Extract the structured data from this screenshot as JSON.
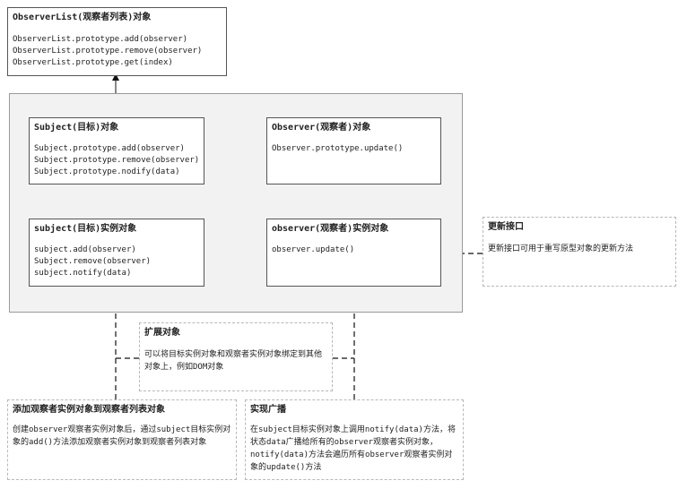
{
  "observer_list": {
    "title": "ObserverList(观察者列表)对象",
    "methods": [
      "ObserverList.prototype.add(observer)",
      "ObserverList.prototype.remove(observer)",
      "ObserverList.prototype.get(index)"
    ]
  },
  "subject_proto": {
    "title": "Subject(目标)对象",
    "methods": [
      "Subject.prototype.add(observer)",
      "Subject.prototype.remove(observer)",
      "Subject.prototype.nodify(data)"
    ]
  },
  "observer_proto": {
    "title": "Observer(观察者)对象",
    "methods": [
      "Observer.prototype.update()"
    ]
  },
  "subject_instance": {
    "title": "subject(目标)实例对象",
    "methods": [
      "subject.add(observer)",
      "Subject.remove(observer)",
      "subject.notify(data)"
    ]
  },
  "observer_instance": {
    "title": "observer(观察者)实例对象",
    "methods": [
      "observer.update()"
    ]
  },
  "note_update": {
    "title": "更新接口",
    "text": "更新接口可用于重写原型对象的更新方法"
  },
  "note_extend": {
    "title": "扩展对象",
    "text": "可以将目标实例对象和观察者实例对象绑定到其他对象上，例如DOM对象"
  },
  "note_add": {
    "title": "添加观察者实例对象到观察者列表对象",
    "text": "创建observer观察者实例对象后，通过subject目标实例对象的add()方法添加观察者实例对象到观察者列表对象"
  },
  "note_broadcast": {
    "title": "实现广播",
    "text": "在subject目标实例对象上调用notify(data)方法，将状态data广播给所有的observer观察者实例对象，notify(data)方法会遍历所有observer观察者实例对象的update()方法"
  }
}
